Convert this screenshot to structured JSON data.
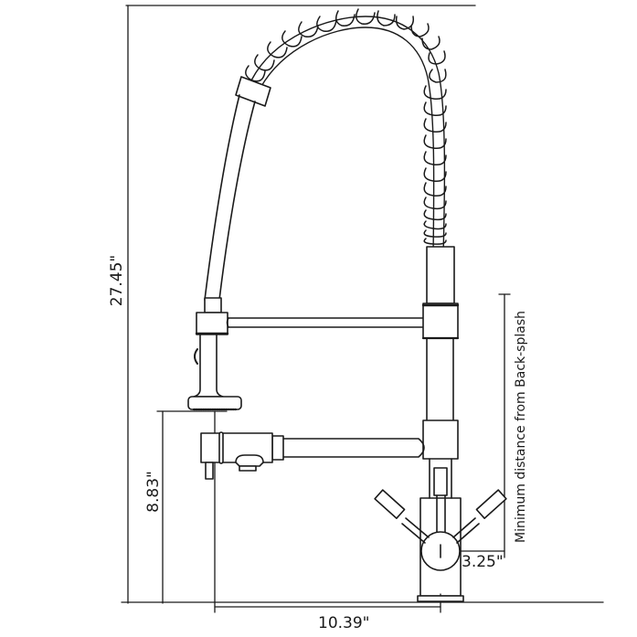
{
  "diagram": {
    "subject": "Pull-down spring kitchen faucet dimension drawing",
    "line_color": "#1a1a1a",
    "background": "#ffffff",
    "dimensions": {
      "overall_height": "27.45\"",
      "spout_height": "8.83\"",
      "spout_reach": "10.39\"",
      "base_to_backsplash": "3.25\""
    },
    "annotations": {
      "backsplash_note": "Minimum distance from Back-splash"
    },
    "components": [
      "spring-coil",
      "pull-down-hose",
      "spray-head",
      "spray-holder-arm",
      "swivel-spout",
      "faucet-body",
      "dual-handles",
      "base-plate"
    ]
  }
}
